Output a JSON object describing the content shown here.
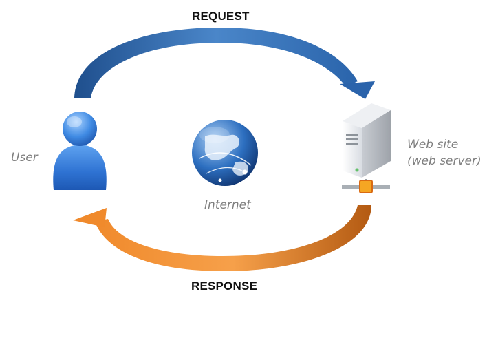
{
  "diagram": {
    "request_label": "REQUEST",
    "response_label": "RESPONSE",
    "user_label": "User",
    "internet_label": "Internet",
    "server_label_line1": "Web site",
    "server_label_line2": "(web server)"
  },
  "icons": {
    "user": "user-icon",
    "globe": "globe-icon",
    "server": "server-icon"
  },
  "colors": {
    "request_arrow": "#2d64a8",
    "response_arrow": "#f08a2c",
    "user_icon": "#3b84dd",
    "label_gray": "#7f7f7f"
  }
}
